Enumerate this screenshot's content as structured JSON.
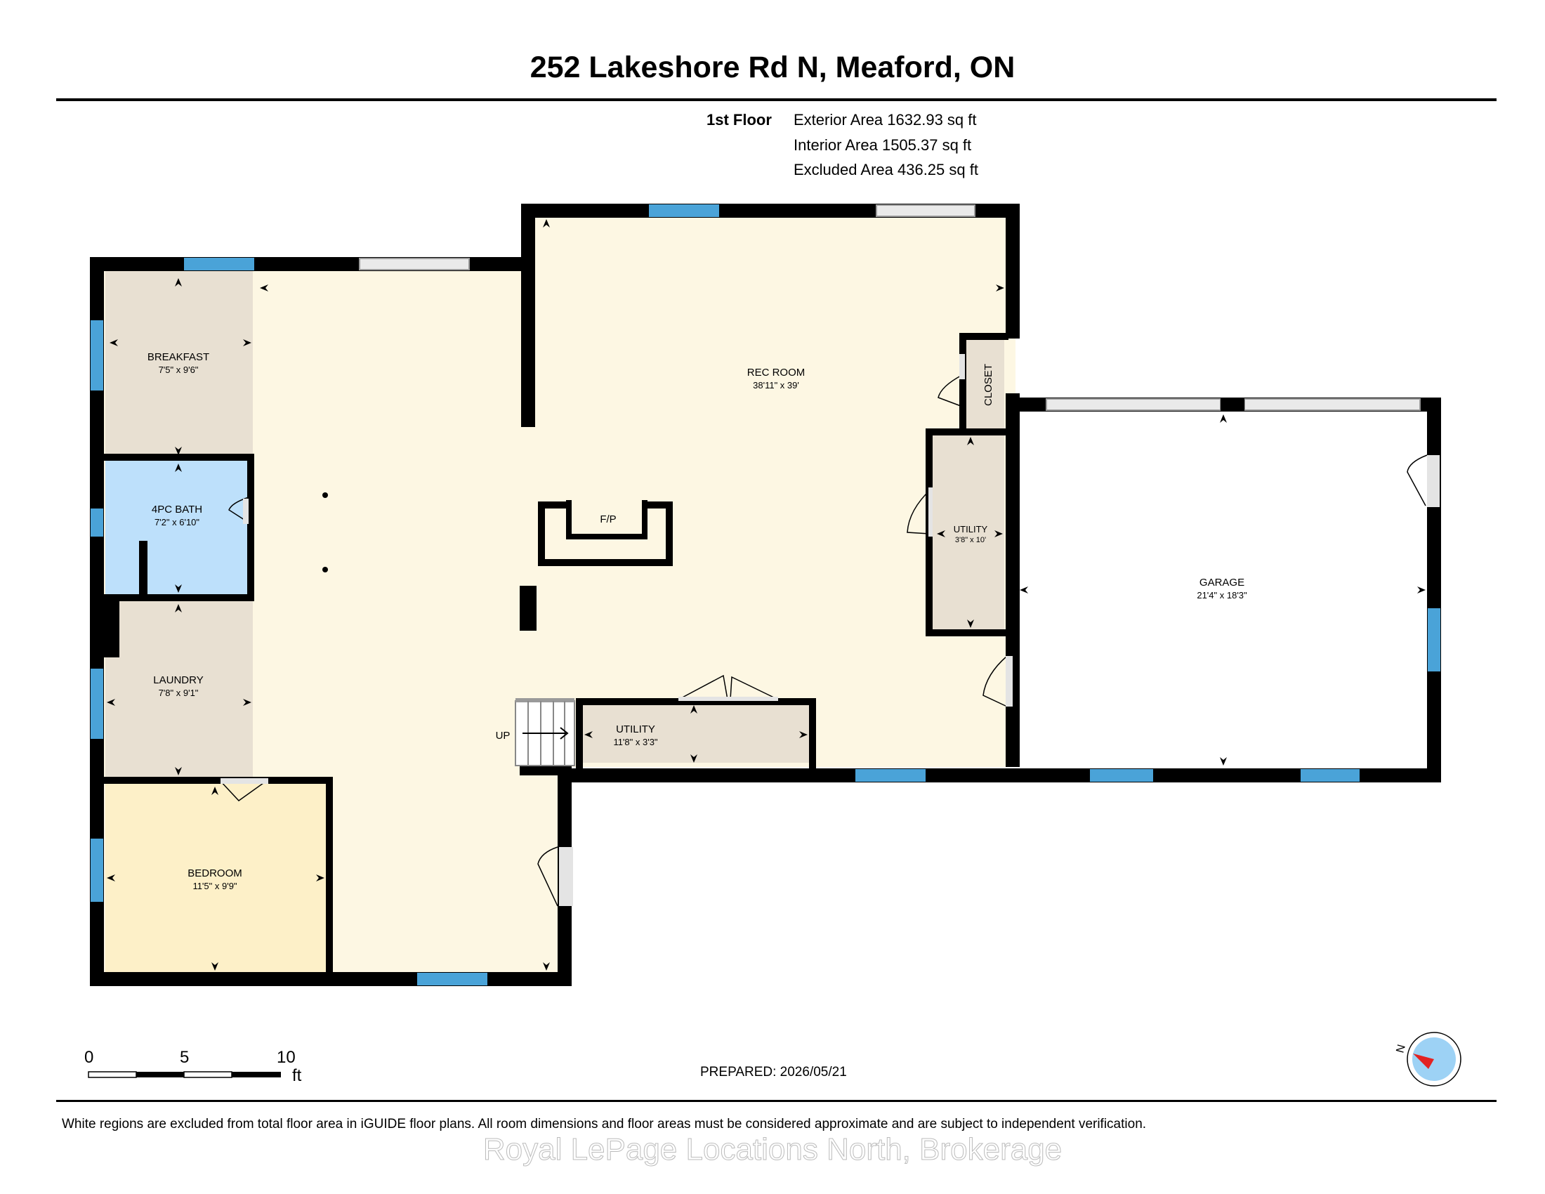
{
  "title": "252 Lakeshore Rd N, Meaford, ON",
  "floor": {
    "label": "1st Floor",
    "exterior_area": "Exterior Area 1632.93 sq ft",
    "interior_area": "Interior Area 1505.37 sq ft",
    "excluded_area": "Excluded Area 436.25 sq ft"
  },
  "rooms": {
    "breakfast": {
      "name": "BREAKFAST",
      "dim": "7'5\" x 9'6\""
    },
    "bath": {
      "name": "4PC BATH",
      "dim": "7'2\" x 6'10\""
    },
    "laundry": {
      "name": "LAUNDRY",
      "dim": "7'8\" x 9'1\""
    },
    "bedroom": {
      "name": "BEDROOM",
      "dim": "11'5\" x 9'9\""
    },
    "rec": {
      "name": "REC ROOM",
      "dim": "38'11\" x 39'"
    },
    "closet": {
      "name": "CLOSET"
    },
    "utility_small": {
      "name": "UTILITY",
      "dim": "3'8\" x 10'"
    },
    "utility_long": {
      "name": "UTILITY",
      "dim": "11'8\" x 3'3\""
    },
    "garage": {
      "name": "GARAGE",
      "dim": "21'4\" x 18'3\""
    },
    "fireplace": {
      "name": "F/P"
    }
  },
  "stairs_label": "UP",
  "scale": {
    "ticks": [
      "0",
      "5",
      "10"
    ],
    "unit": "ft"
  },
  "compass_label": "N",
  "prepared": "PREPARED: 2026/05/21",
  "disclaimer": "White regions are excluded from total floor area in iGUIDE floor plans. All room dimensions and floor areas must be considered approximate and are subject to independent verification.",
  "watermark": "Royal LePage Locations North, Brokerage",
  "colors": {
    "wall": "#000000",
    "main_floor": "#fdf7e3",
    "room_beige": "#e8e0d2",
    "bath_blue": "#bde0fb",
    "bedroom_yellow": "#fdf0c8",
    "window_blue": "#4aa3d8",
    "compass_red": "#e32222",
    "compass_blue": "#9dd2f5"
  }
}
